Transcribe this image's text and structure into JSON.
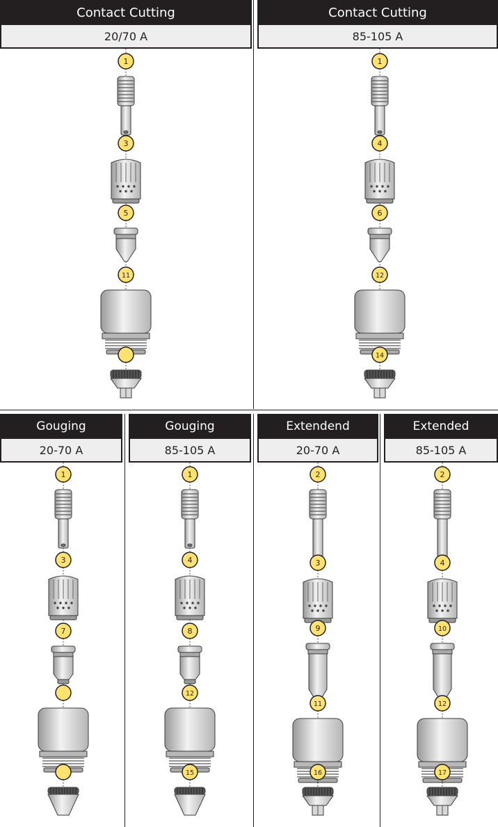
{
  "colors": {
    "header_bg": "#231f20",
    "badge": "#ffe36e",
    "badge_stroke": "#231f20",
    "part_fill": "#cfcfcf",
    "part_dark": "#8a8a8a"
  },
  "panels": [
    {
      "title": "Contact Cutting",
      "amperage": "20/70 A",
      "parts": [
        {
          "badge": "1",
          "type": "electrode"
        },
        {
          "badge": "3",
          "type": "swirl"
        },
        {
          "badge": "5",
          "type": "tip"
        },
        {
          "badge": "11",
          "type": "cup"
        },
        {
          "badge": "",
          "type": "shield"
        }
      ]
    },
    {
      "title": "Contact Cutting",
      "amperage": "85-105 A",
      "parts": [
        {
          "badge": "1",
          "type": "electrode"
        },
        {
          "badge": "4",
          "type": "swirl"
        },
        {
          "badge": "6",
          "type": "tip"
        },
        {
          "badge": "12",
          "type": "cup"
        },
        {
          "badge": "14",
          "type": "shield"
        }
      ]
    },
    {
      "title": "Gouging",
      "amperage": "20-70 A",
      "parts": [
        {
          "badge": "1",
          "type": "electrode"
        },
        {
          "badge": "3",
          "type": "swirl"
        },
        {
          "badge": "7",
          "type": "tip-short"
        },
        {
          "badge": "",
          "type": "cup"
        },
        {
          "badge": "",
          "type": "gouge-shield"
        }
      ]
    },
    {
      "title": "Gouging",
      "amperage": "85-105 A",
      "parts": [
        {
          "badge": "1",
          "type": "electrode"
        },
        {
          "badge": "4",
          "type": "swirl"
        },
        {
          "badge": "8",
          "type": "tip-short"
        },
        {
          "badge": "12",
          "type": "cup"
        },
        {
          "badge": "15",
          "type": "gouge-shield"
        }
      ]
    },
    {
      "title": "Extendend",
      "amperage": "20-70 A",
      "parts": [
        {
          "badge": "2",
          "type": "electrode-long"
        },
        {
          "badge": "3",
          "type": "swirl"
        },
        {
          "badge": "9",
          "type": "tip-long"
        },
        {
          "badge": "11",
          "type": "cup"
        },
        {
          "badge": "16",
          "type": "shield"
        }
      ]
    },
    {
      "title": "Extended",
      "amperage": "85-105 A",
      "parts": [
        {
          "badge": "2",
          "type": "electrode-long"
        },
        {
          "badge": "4",
          "type": "swirl"
        },
        {
          "badge": "10",
          "type": "tip-long"
        },
        {
          "badge": "12",
          "type": "cup"
        },
        {
          "badge": "17",
          "type": "shield"
        }
      ]
    }
  ]
}
